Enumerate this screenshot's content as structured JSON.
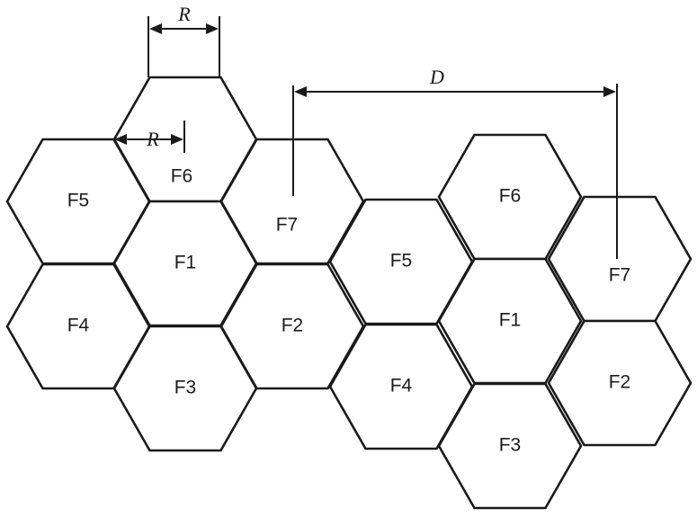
{
  "cells": [
    {
      "label": "F5",
      "cluster": 1
    },
    {
      "label": "F4",
      "cluster": 1
    },
    {
      "label": "F6",
      "cluster": 1
    },
    {
      "label": "F1",
      "cluster": 1
    },
    {
      "label": "F3",
      "cluster": 1
    },
    {
      "label": "F7",
      "cluster": 1
    },
    {
      "label": "F2",
      "cluster": 1
    },
    {
      "label": "F5",
      "cluster": 2
    },
    {
      "label": "F4",
      "cluster": 2
    },
    {
      "label": "F6",
      "cluster": 2
    },
    {
      "label": "F1",
      "cluster": 2
    },
    {
      "label": "F3",
      "cluster": 2
    },
    {
      "label": "F7",
      "cluster": 2
    },
    {
      "label": "F2",
      "cluster": 2
    }
  ],
  "dimensions": {
    "top_radius": "R",
    "inner_radius": "R",
    "reuse_distance": "D"
  },
  "colors": {
    "stroke": "#1a1a1a",
    "background": "#ffffff"
  }
}
